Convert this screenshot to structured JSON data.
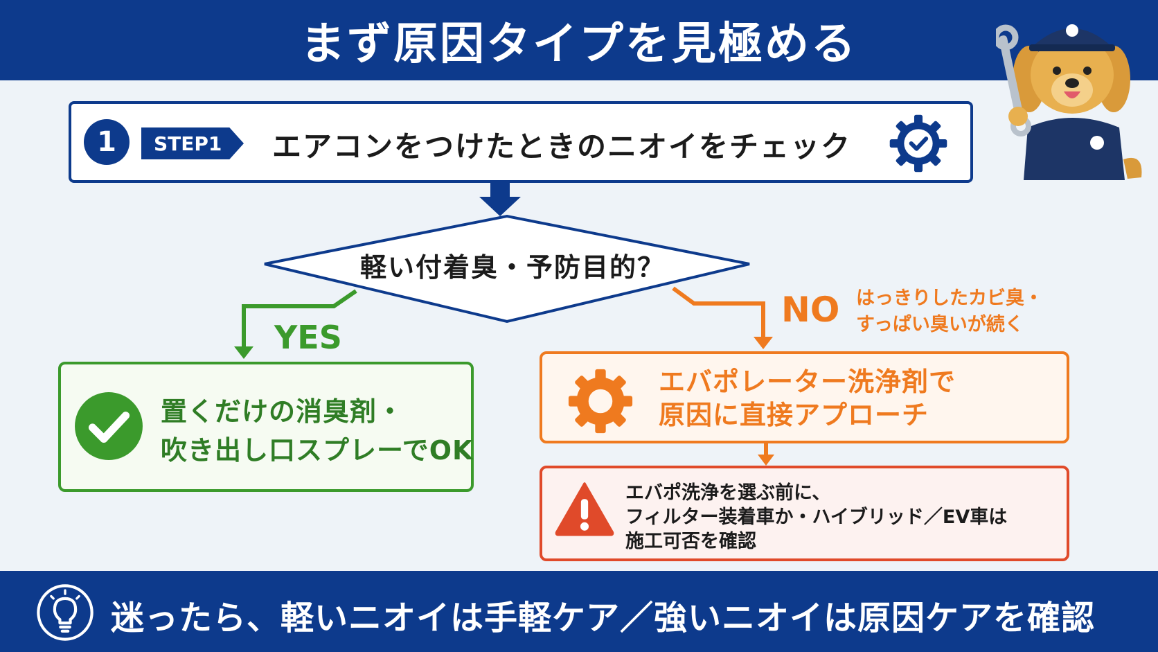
{
  "header": {
    "title": "まず原因タイプを見極める"
  },
  "step": {
    "number": "1",
    "tag": "STEP1",
    "text": "エアコンをつけたときのニオイをチェック"
  },
  "decision": {
    "question": "軽い付着臭・予防目的？",
    "yes_label": "YES",
    "no_label": "NO",
    "no_desc": [
      "はっきりしたカビ臭・",
      "すっぱい臭いが続く"
    ]
  },
  "yes_result": {
    "lines": [
      "置くだけの消臭剤・",
      "吹き出し口スプレーでOK"
    ]
  },
  "no_result": {
    "lines": [
      "エバポレーター洗浄剤で",
      "原因に直接アプローチ"
    ]
  },
  "warning": {
    "lines": [
      "エバポ洗浄を選ぶ前に、",
      "フィルター装着車か・ハイブリッド／EV車は",
      "施工可否を確認"
    ]
  },
  "footer": {
    "text": "迷ったら、軽いニオイは手軽ケア／強いニオイは原因ケアを確認"
  },
  "colors": {
    "navy": "#0d3a8c",
    "green": "#3b9a2c",
    "orange": "#ef7a1f",
    "red": "#e04a2a",
    "background": "#eef3f8"
  },
  "icons": {
    "step": "gear-check-icon",
    "yes": "check-circle-icon",
    "no": "gear-icon",
    "warning": "warning-triangle-icon",
    "footer": "lightbulb-icon",
    "mascot": "dog-mechanic-mascot"
  }
}
